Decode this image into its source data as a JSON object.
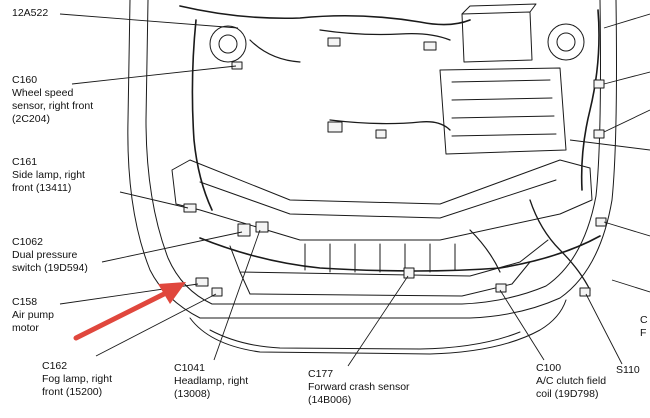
{
  "labels": {
    "l12a522": [
      "12A522"
    ],
    "c160": [
      "C160",
      "Wheel speed",
      "sensor, right front",
      "(2C204)"
    ],
    "c161": [
      "C161",
      "Side lamp, right",
      "front (13411)"
    ],
    "c1062": [
      "C1062",
      "Dual pressure",
      "switch (19D594)"
    ],
    "c158": [
      "C158",
      "Air pump",
      "motor"
    ],
    "c162": [
      "C162",
      "Fog lamp, right",
      "front (15200)"
    ],
    "c1041": [
      "C1041",
      "Headlamp, right",
      "(13008)"
    ],
    "c177": [
      "C177",
      "Forward crash sensor",
      "(14B006)"
    ],
    "c100": [
      "C100",
      "A/C clutch field",
      "coil (19D798)"
    ],
    "s110": [
      "S110"
    ],
    "edge_c": [
      "C"
    ],
    "edge_f": [
      "F"
    ]
  },
  "colors": {
    "line": "#1a1a1a",
    "arrow": "#e0473d",
    "fill": "#f4f4f4"
  },
  "icons": {
    "arrow": "red-pointer-arrow"
  }
}
